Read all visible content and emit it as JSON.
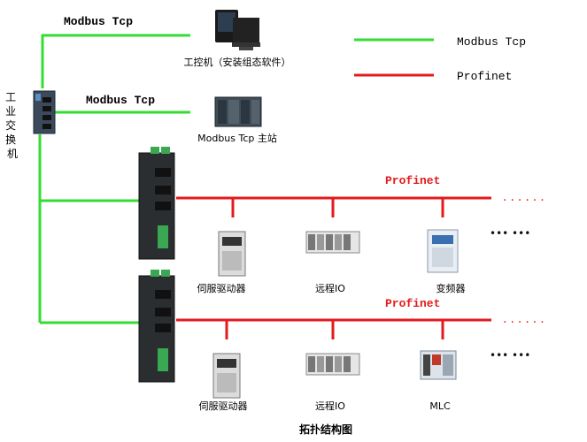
{
  "legend": {
    "modbus": {
      "label": "Modbus Tcp",
      "color": "#33dd33"
    },
    "profinet": {
      "label": "Profinet",
      "color": "#e41a1c"
    }
  },
  "switch": {
    "label": "工业交换机"
  },
  "links": {
    "top": "Modbus Tcp",
    "middle": "Modbus Tcp",
    "bus1": "Profinet",
    "bus2": "Profinet"
  },
  "devices": {
    "ipc": "工控机（安装组态软件）",
    "master": "Modbus Tcp 主站",
    "row1": [
      "伺服驱动器",
      "远程IO",
      "变频器"
    ],
    "row2": [
      "伺服驱动器",
      "远程IO",
      "MLC"
    ],
    "more": "••• •••"
  },
  "caption": "拓扑结构图"
}
